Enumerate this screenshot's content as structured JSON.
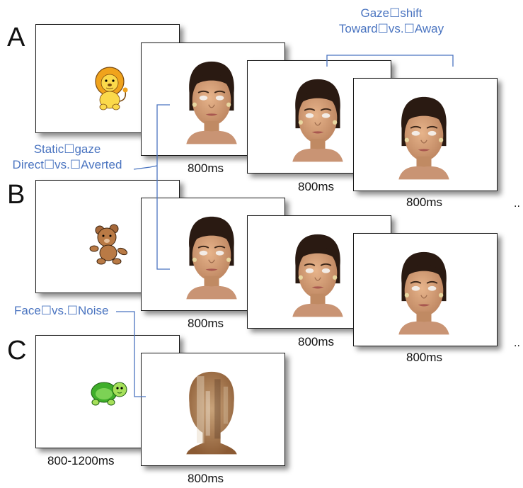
{
  "sections": {
    "a": "A",
    "b": "B",
    "c": "C"
  },
  "durations": {
    "a_face1": "800ms",
    "a_face2": "800ms",
    "a_face3": "800ms",
    "b_face1": "800ms",
    "b_face2": "800ms",
    "b_face3": "800ms",
    "c_cue": "800-1200ms",
    "c_noise": "800ms"
  },
  "annotations": {
    "gaze_shift_line1": "Gaze☐shift",
    "gaze_shift_line2": "Toward☐vs.☐Away",
    "static_gaze_line1": "Static☐gaze",
    "static_gaze_line2": "Direct☐vs.☐Averted",
    "face_noise": "Face☐vs.☐Noise"
  },
  "ellipsis": {
    "a": "..",
    "b": ".."
  },
  "colors": {
    "annotation": "#4a74c0",
    "frame_border": "#1a1a1a"
  },
  "icons": {
    "a_cue": "lion-cartoon",
    "b_cue": "teddy-bear-cartoon",
    "c_cue": "turtle-cartoon"
  }
}
